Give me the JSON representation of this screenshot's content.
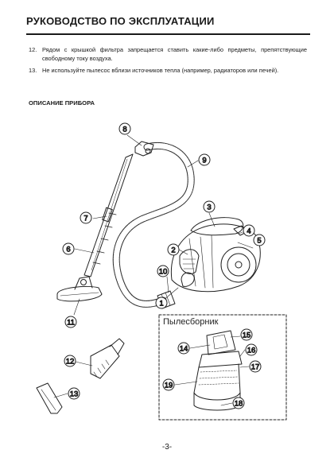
{
  "header": {
    "title": "РУКОВОДСТВО ПО ЭКСПЛУАТАЦИИ"
  },
  "instructions": [
    {
      "number": "12.",
      "text": "Рядом с крышкой фильтра запрещается ставить какие-либо предметы, препятствующие свободному току воздуха."
    },
    {
      "number": "13.",
      "text": "Не используйте пылесос вблизи источников тепла (например, радиаторов или печей)."
    }
  ],
  "section": {
    "heading": "ОПИСАНИЕ ПРИБОРА"
  },
  "figure": {
    "panel_title": "Пылесборник",
    "callouts": [
      "1",
      "2",
      "3",
      "4",
      "5",
      "6",
      "7",
      "8",
      "9",
      "10",
      "11",
      "12",
      "13",
      "14",
      "15",
      "16",
      "17",
      "18",
      "19"
    ]
  },
  "footer": {
    "page_number": "-3-"
  }
}
